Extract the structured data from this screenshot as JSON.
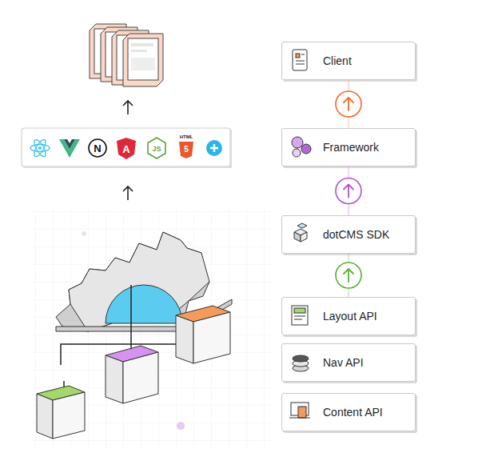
{
  "diagram": {
    "nodes": [
      {
        "text": [
          "Client"
        ]
      },
      {
        "text": [
          "Framework"
        ]
      },
      {
        "text": [
          "dotCMS SDK"
        ]
      },
      {
        "text": [
          "Layout API"
        ]
      },
      {
        "text": [
          "Nav API"
        ]
      },
      {
        "text": [
          "Content API"
        ]
      }
    ],
    "edges": [
      {
        "from": 1,
        "to": 0,
        "arrow": "to"
      },
      {
        "from": 2,
        "to": 1,
        "arrow": "to"
      },
      {
        "from": 3,
        "to": 2,
        "arrow": "to"
      }
    ],
    "labels": [
      "N",
      "A",
      "JS",
      "HTML",
      "5"
    ]
  }
}
